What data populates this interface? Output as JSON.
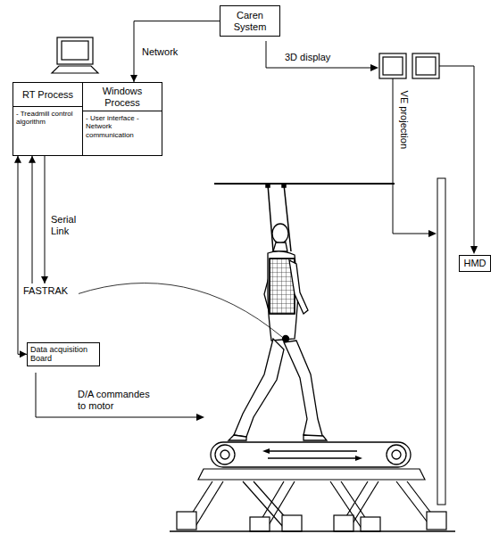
{
  "diagram": {
    "nodes": [
      {
        "text": [
          "Caren System"
        ]
      },
      {
        "text": [
          "RT Process",
          "- Treadmill control algorithm",
          "Windows Process",
          "- User interface - Network communication"
        ]
      },
      {
        "text": [
          "FASTRAK"
        ]
      },
      {
        "text": [
          "Data acquisition Board"
        ]
      },
      {
        "text": [
          "HMD"
        ]
      }
    ],
    "edges": [
      {
        "from": 0,
        "to": 1,
        "label": "Network",
        "arrow": "to"
      },
      {
        "from": 1,
        "to": 2,
        "label": "Serial Link",
        "arrow": "to"
      },
      {
        "from": 2,
        "to": 1,
        "arrow": "to"
      },
      {
        "from": 3,
        "to": 1,
        "arrow": "both"
      }
    ],
    "labels": [
      "3D display",
      "VE projection",
      "D/A commandes to motor"
    ]
  }
}
